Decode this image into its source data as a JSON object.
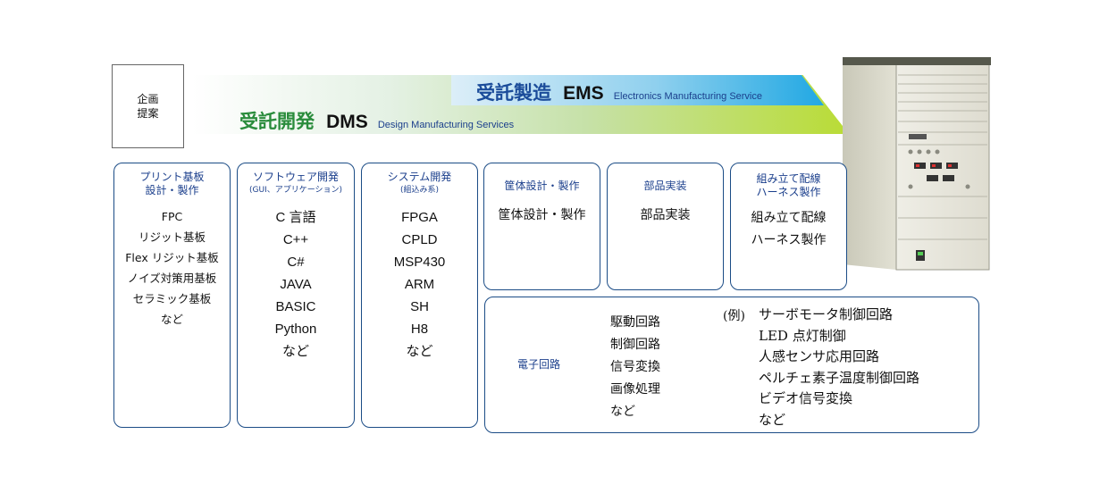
{
  "planning": {
    "line1": "企画",
    "line2": "提案"
  },
  "ems": {
    "jp": "受託製造",
    "abbr": "EMS",
    "full": "Electronics Manufacturing Service"
  },
  "dms": {
    "jp": "受託開発",
    "abbr": "DMS",
    "full": "Design Manufacturing Services"
  },
  "colors": {
    "dms_green": "#2a8c3c",
    "ems_blue": "#1b4c9a",
    "border_navy": "#1b4c86"
  },
  "pcb": {
    "title1": "プリント基板",
    "title2": "設計・製作",
    "items": [
      "FPC",
      "リジット基板",
      "Flex リジット基板",
      "ノイズ対策用基板",
      "セラミック基板",
      "など"
    ]
  },
  "software": {
    "title": "ソフトウェア開発",
    "subtitle": "(GUI、アプリケーション)",
    "items": [
      "C 言語",
      "C++",
      "C#",
      "JAVA",
      "BASIC",
      "Python",
      "など"
    ]
  },
  "system": {
    "title": "システム開発",
    "subtitle": "(組込み系)",
    "items": [
      "FPGA",
      "CPLD",
      "MSP430",
      "ARM",
      "SH",
      "H8",
      "など"
    ]
  },
  "enclosure": {
    "title": "筐体設計・製作",
    "item": "筐体設計・製作"
  },
  "parts": {
    "title": "部品実装",
    "item": "部品実装"
  },
  "harness": {
    "title1": "組み立て配線",
    "title2": "ハーネス製作",
    "items": [
      "組み立て配線",
      "ハーネス製作"
    ]
  },
  "circuit": {
    "title": "電子回路",
    "items": [
      "駆動回路",
      "制御回路",
      "信号変換",
      "画像処理",
      "など"
    ],
    "example_label": "(例)",
    "examples": [
      "サーボモータ制御回路",
      "LED 点灯制御",
      "人感センサ応用回路",
      "ペルチェ素子温度制御回路",
      "ビデオ信号変換",
      "など"
    ]
  }
}
